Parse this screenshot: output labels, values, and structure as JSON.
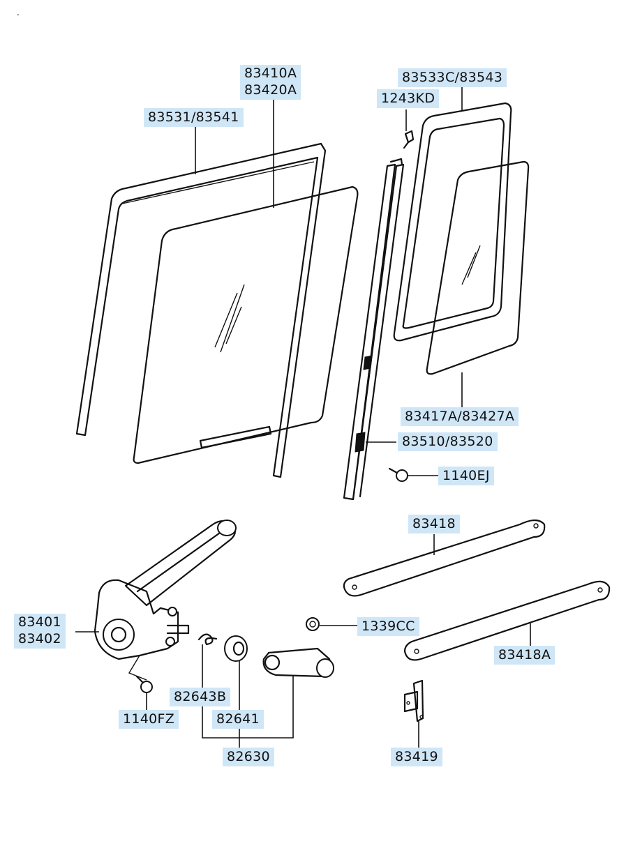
{
  "diagram": {
    "label_bg": "#cfe6f7",
    "line_color": "#111111",
    "corner_mark": ".",
    "parts": [
      {
        "id": "p1",
        "lines": [
          "83410A",
          "83420A"
        ]
      },
      {
        "id": "p2",
        "lines": [
          "83531/83541"
        ]
      },
      {
        "id": "p3",
        "lines": [
          "83533C/83543"
        ]
      },
      {
        "id": "p4",
        "lines": [
          "1243KD"
        ]
      },
      {
        "id": "p5",
        "lines": [
          "83417A/83427A"
        ]
      },
      {
        "id": "p6",
        "lines": [
          "83510/83520"
        ]
      },
      {
        "id": "p7",
        "lines": [
          "1140EJ"
        ]
      },
      {
        "id": "p8",
        "lines": [
          "83418"
        ]
      },
      {
        "id": "p9",
        "lines": [
          "83401",
          "83402"
        ]
      },
      {
        "id": "p10",
        "lines": [
          "1339CC"
        ]
      },
      {
        "id": "p11",
        "lines": [
          "83418A"
        ]
      },
      {
        "id": "p12",
        "lines": [
          "82643B"
        ]
      },
      {
        "id": "p13",
        "lines": [
          "82641"
        ]
      },
      {
        "id": "p14",
        "lines": [
          "1140FZ"
        ]
      },
      {
        "id": "p15",
        "lines": [
          "82630"
        ]
      },
      {
        "id": "p16",
        "lines": [
          "83419"
        ]
      }
    ]
  }
}
